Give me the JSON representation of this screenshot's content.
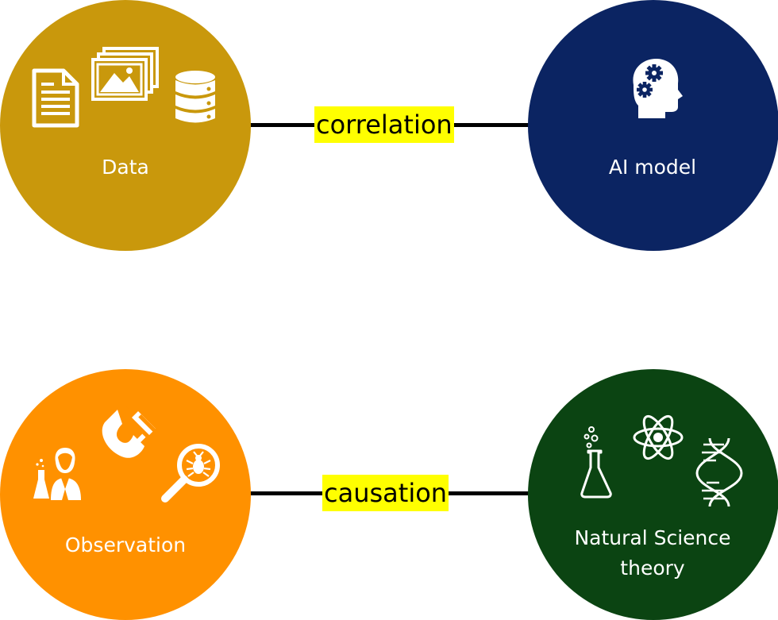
{
  "colors": {
    "data": "#c9980c",
    "ai_model": "#0b2462",
    "observation": "#ff9100",
    "theory": "#0b4412",
    "highlight": "#ffff00",
    "line": "#000000"
  },
  "top_row": {
    "left": {
      "label": "Data",
      "icons": [
        "document-icon",
        "images-icon",
        "database-icon"
      ]
    },
    "right": {
      "label": "AI model",
      "icons": [
        "head-gears-icon"
      ]
    },
    "link_label": "correlation"
  },
  "bottom_row": {
    "left": {
      "label": "Observation",
      "icons": [
        "scientist-icon",
        "magnet-icon",
        "magnifier-bug-icon"
      ]
    },
    "right": {
      "label_line1": "Natural Science",
      "label_line2": "theory",
      "icons": [
        "flask-icon",
        "atom-icon",
        "dna-icon"
      ]
    },
    "link_label": "causation"
  }
}
